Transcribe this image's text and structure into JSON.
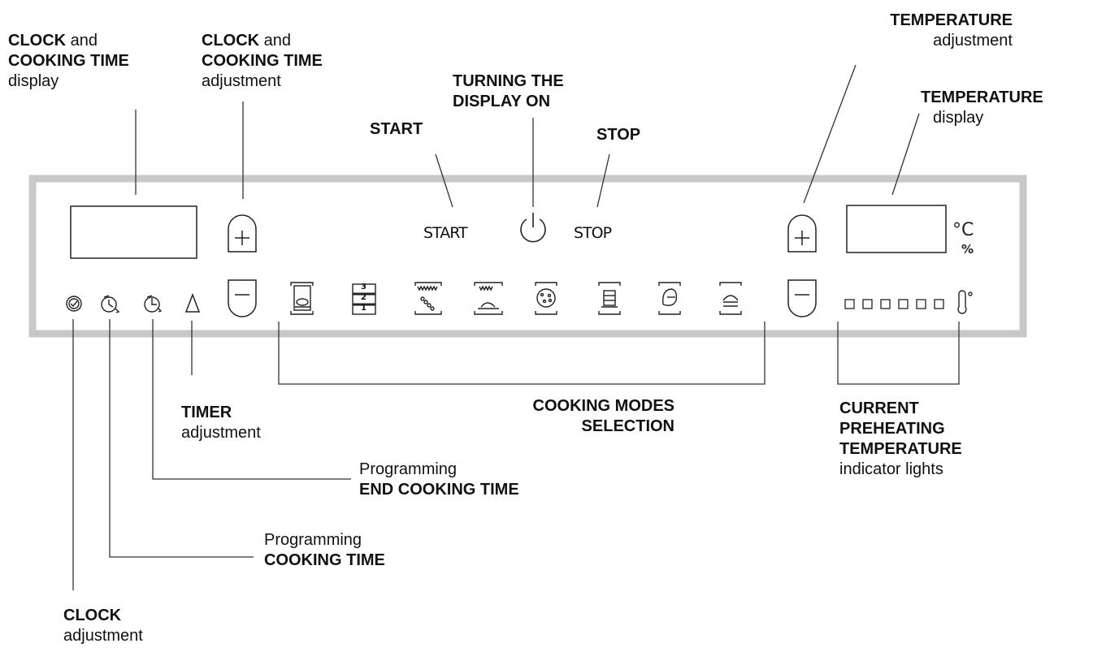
{
  "callouts": {
    "clock_display": {
      "bold1": "CLOCK",
      "norm1": " and",
      "bold2": "COOKING TIME",
      "norm2": "display"
    },
    "clock_adjust": {
      "bold1": "CLOCK",
      "norm1": " and",
      "bold2": "COOKING TIME",
      "norm2": "adjustment"
    },
    "turning_on": {
      "line1": "TURNING THE",
      "line2": "DISPLAY ON"
    },
    "start": {
      "label": "START"
    },
    "stop": {
      "label": "STOP"
    },
    "temp_adjust": {
      "bold": "TEMPERATURE",
      "norm": "adjustment"
    },
    "temp_display": {
      "bold": "TEMPERATURE",
      "norm": "display"
    },
    "timer": {
      "bold": "TIMER",
      "norm": "adjustment"
    },
    "cooking_modes": {
      "line1": "COOKING MODES",
      "line2": "SELECTION"
    },
    "preheat": {
      "line1": "CURRENT",
      "line2": "PREHEATING",
      "line3": "TEMPERATURE",
      "norm": "indicator lights"
    },
    "end_time": {
      "norm": "Programming",
      "bold": "END COOKING TIME"
    },
    "cook_time": {
      "norm": "Programming",
      "bold": "COOKING TIME"
    },
    "clock": {
      "bold": "CLOCK",
      "norm": "adjustment"
    }
  },
  "panel": {
    "start_label": "START",
    "stop_label": "STOP",
    "celsius": "°C",
    "percent": "%",
    "shelf_levels": [
      "3",
      "2",
      "1"
    ],
    "preheat_light_count": 6,
    "icons": [
      "clock-icon",
      "cooking-time-icon",
      "end-cooking-time-icon",
      "timer-icon",
      "roast-mode-icon",
      "multilevel-mode-icon",
      "grill-mode-icon",
      "top-heat-mode-icon",
      "pizza-mode-icon",
      "pastry-mode-icon",
      "defrost-mode-icon",
      "bottom-heat-mode-icon",
      "thermometer-icon",
      "power-icon"
    ]
  }
}
